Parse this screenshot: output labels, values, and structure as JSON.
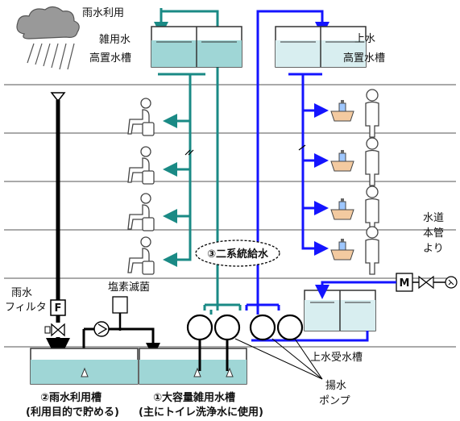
{
  "labels": {
    "rain_use": "雨水利用",
    "misc_tank_l1": "雑用水",
    "misc_tank_l2": "高置水槽",
    "upper_tank_l1": "上水",
    "upper_tank_l2": "高置水槽",
    "water_main_l1": "水道",
    "water_main_l2": "本管",
    "water_main_l3": "より",
    "dual_supply": "③二系統給水",
    "rain_l1": "雨水",
    "rain_l2": "フィルタ",
    "chlorine": "塩素滅菌",
    "filter_letter": "F",
    "meter_letter": "M",
    "receiving_tank": "上水受水槽",
    "pump_l1": "揚水",
    "pump_l2": "ポンプ",
    "rain_tank_l1": "②雨水利用槽",
    "rain_tank_l2": "(利用目的で貯める)",
    "large_tank_l1": "①大容量雑用水槽",
    "large_tank_l2": "(主にトイレ洗浄水に使用)"
  },
  "colors": {
    "misc_pipe": "#1a8a85",
    "upper_pipe": "#1414ff",
    "rain_pipe": "#000000",
    "water_fill": "#9fd6d6",
    "tank_fill_light": "#d8eef0",
    "floor_line": "#555555"
  }
}
